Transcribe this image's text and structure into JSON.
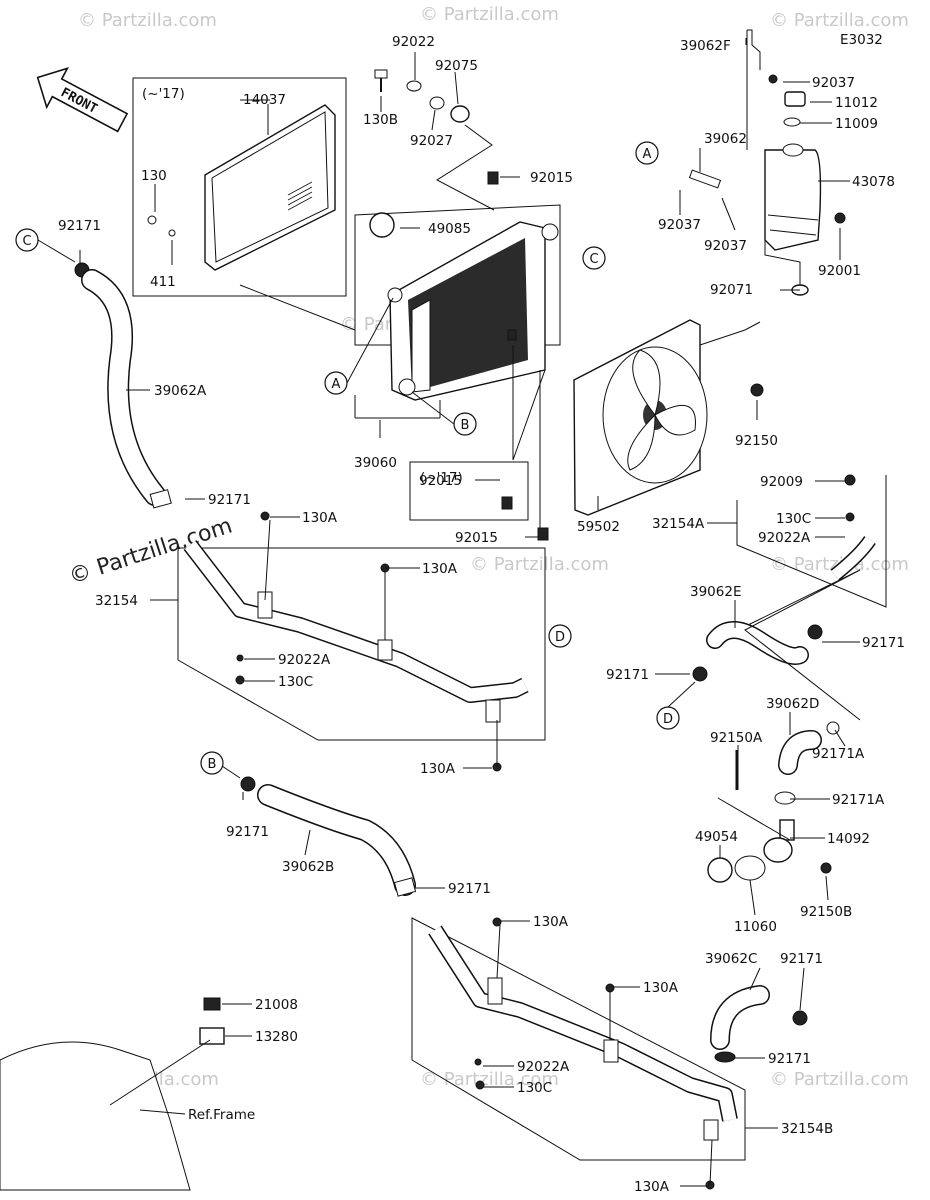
{
  "diagram_code": "E3032",
  "front_label": "FRONT",
  "watermark": "© Partzilla.com",
  "watermark_main": "© Partzilla.com",
  "variant_note": "(~'17)",
  "ref_frame": "Ref.Frame",
  "callouts": [
    "A",
    "B",
    "C",
    "D"
  ],
  "part_numbers": [
    "14037",
    "130",
    "411",
    "92171",
    "39062A",
    "92171",
    "92022",
    "92075",
    "130B",
    "92027",
    "92015",
    "49085",
    "39060",
    "92015",
    "92015",
    "59502",
    "92150",
    "39062F",
    "92037",
    "11012",
    "11009",
    "39062",
    "43078",
    "92037",
    "92037",
    "92001",
    "92071",
    "130A",
    "130A",
    "32154",
    "92022A",
    "130C",
    "130A",
    "92009",
    "32154A",
    "130C",
    "92022A",
    "39062E",
    "92171",
    "92171",
    "39062D",
    "92150A",
    "92171A",
    "92171A",
    "49054",
    "14092",
    "11060",
    "92150B",
    "92171",
    "39062B",
    "92171",
    "130A",
    "130A",
    "92022A",
    "130C",
    "39062C",
    "92171",
    "92171",
    "32154B",
    "130A",
    "21008",
    "13280"
  ]
}
